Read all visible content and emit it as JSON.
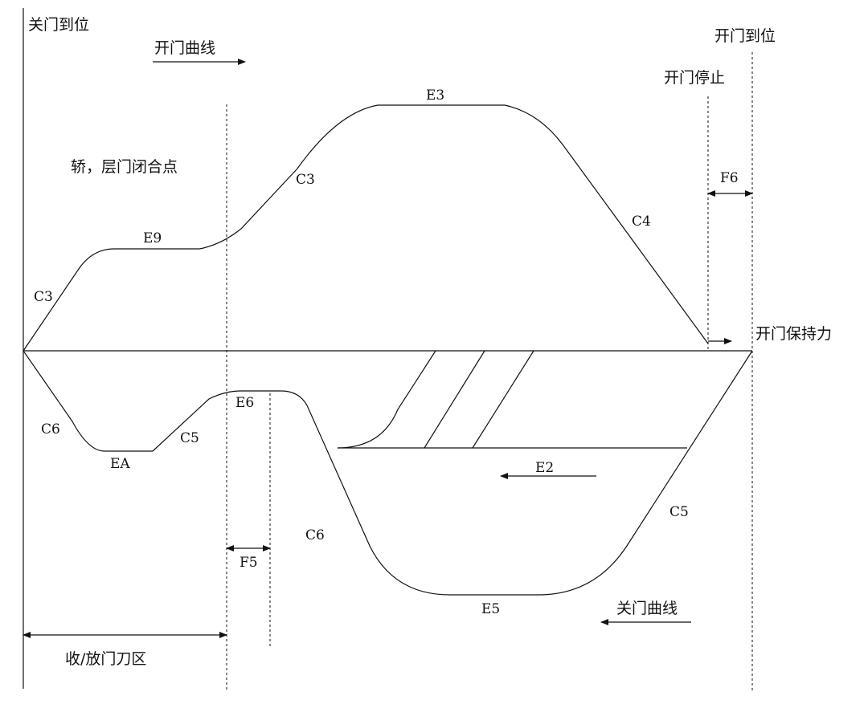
{
  "labels": {
    "close_limit": "关门到位",
    "open_limit": "开门到位",
    "open_curve": "开门曲线",
    "open_stop": "开门停止",
    "door_closing_point": "轿，层门闭合点",
    "open_hold_force": "开门保持力",
    "close_curve": "关门曲线",
    "vane_zone": "收/放门刀区"
  },
  "segments": {
    "c3_left": "C3",
    "e9": "E9",
    "c3_mid": "C3",
    "e3": "E3",
    "c4": "C4",
    "f6": "F6",
    "c6_left": "C6",
    "ea": "EA",
    "c5_left": "C5",
    "e6": "E6",
    "f5": "F5",
    "c6_mid": "C6",
    "e2": "E2",
    "c5_right": "C5",
    "e5": "E5"
  }
}
